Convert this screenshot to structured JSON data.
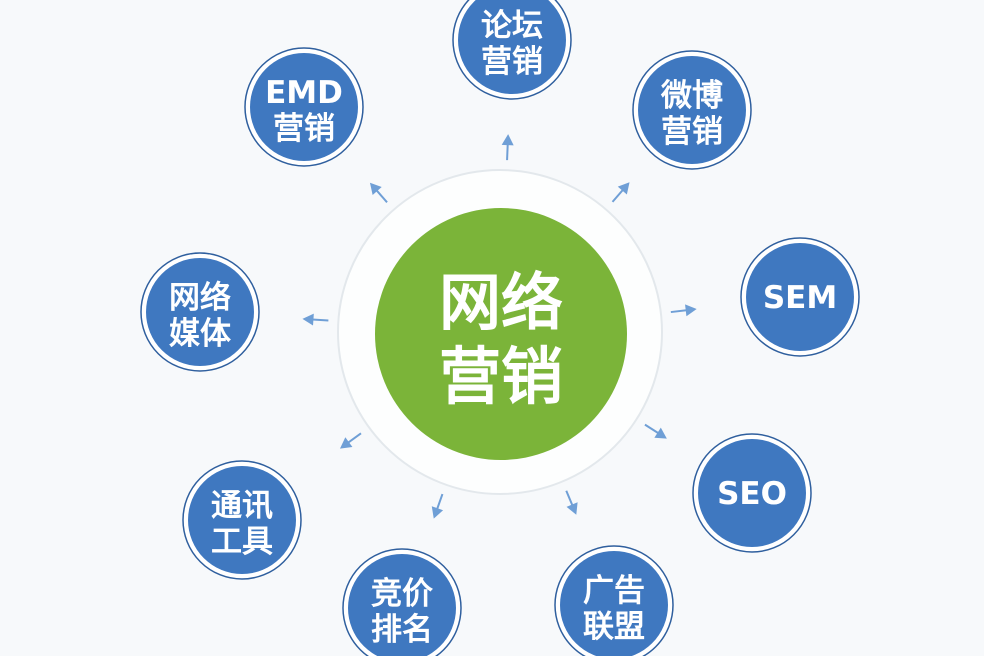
{
  "center": {
    "line1": "网络",
    "line2": "营销"
  },
  "nodes": [
    {
      "line1": "论坛",
      "line2": "营销"
    },
    {
      "line1": "微博",
      "line2": "营销"
    },
    {
      "line1": "SEM",
      "line2": ""
    },
    {
      "line1": "SEO",
      "line2": ""
    },
    {
      "line1": "广告",
      "line2": "联盟"
    },
    {
      "line1": "竞价",
      "line2": "排名"
    },
    {
      "line1": "通讯",
      "line2": "工具"
    },
    {
      "line1": "网络",
      "line2": "媒体"
    },
    {
      "line1": "EMD",
      "line2": "营销"
    }
  ],
  "colors": {
    "center": "#7bb439",
    "node": "#3f78c0",
    "node_border": "#2f5f9e",
    "arrow": "#6f9fd6",
    "ring": "#e3e8ec"
  }
}
